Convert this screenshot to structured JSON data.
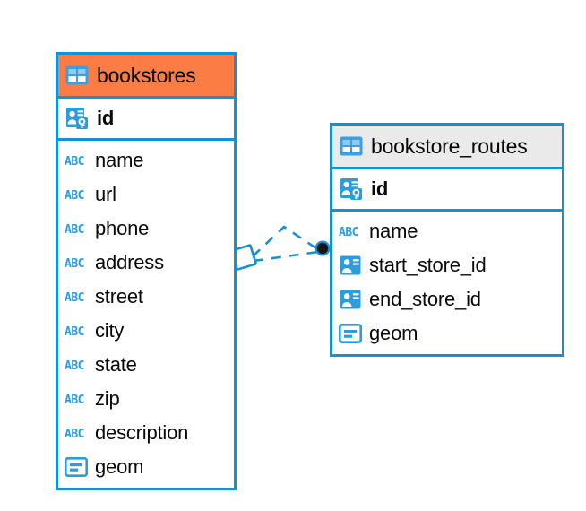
{
  "diagram": {
    "type": "entity-relationship-diagram",
    "background": "#ffffff",
    "accent_blue": "#1391d6",
    "accent_orange": "#fb7d45",
    "header_gray": "#eaeaea",
    "text_color": "#050505"
  },
  "entities": [
    {
      "name": "bookstores",
      "title": "bookstores",
      "header_color": "#fb7d45",
      "header_icon": "table-icon",
      "primary_key": {
        "label": "id",
        "icon": "primary-key-icon"
      },
      "fields": [
        {
          "label": "name",
          "icon": "abc-text-icon"
        },
        {
          "label": "url",
          "icon": "abc-text-icon"
        },
        {
          "label": "phone",
          "icon": "abc-text-icon"
        },
        {
          "label": "address",
          "icon": "abc-text-icon"
        },
        {
          "label": "street",
          "icon": "abc-text-icon"
        },
        {
          "label": "city",
          "icon": "abc-text-icon"
        },
        {
          "label": "state",
          "icon": "abc-text-icon"
        },
        {
          "label": "zip",
          "icon": "abc-text-icon"
        },
        {
          "label": "description",
          "icon": "abc-text-icon"
        },
        {
          "label": "geom",
          "icon": "geometry-icon"
        }
      ]
    },
    {
      "name": "bookstore_routes",
      "title": "bookstore_routes",
      "header_color": "#eaeaea",
      "header_icon": "table-icon",
      "primary_key": {
        "label": "id",
        "icon": "primary-key-icon"
      },
      "fields": [
        {
          "label": "name",
          "icon": "abc-text-icon"
        },
        {
          "label": "start_store_id",
          "icon": "foreign-key-icon"
        },
        {
          "label": "end_store_id",
          "icon": "foreign-key-icon"
        },
        {
          "label": "geom",
          "icon": "geometry-icon"
        }
      ]
    }
  ],
  "relationship": {
    "from_entity": "bookstores",
    "to_entity": "bookstore_routes",
    "line_style": "dashed",
    "line_color": "#1391d6",
    "source_marker": "diamond-marker",
    "target_marker": "filled-circle-marker"
  }
}
